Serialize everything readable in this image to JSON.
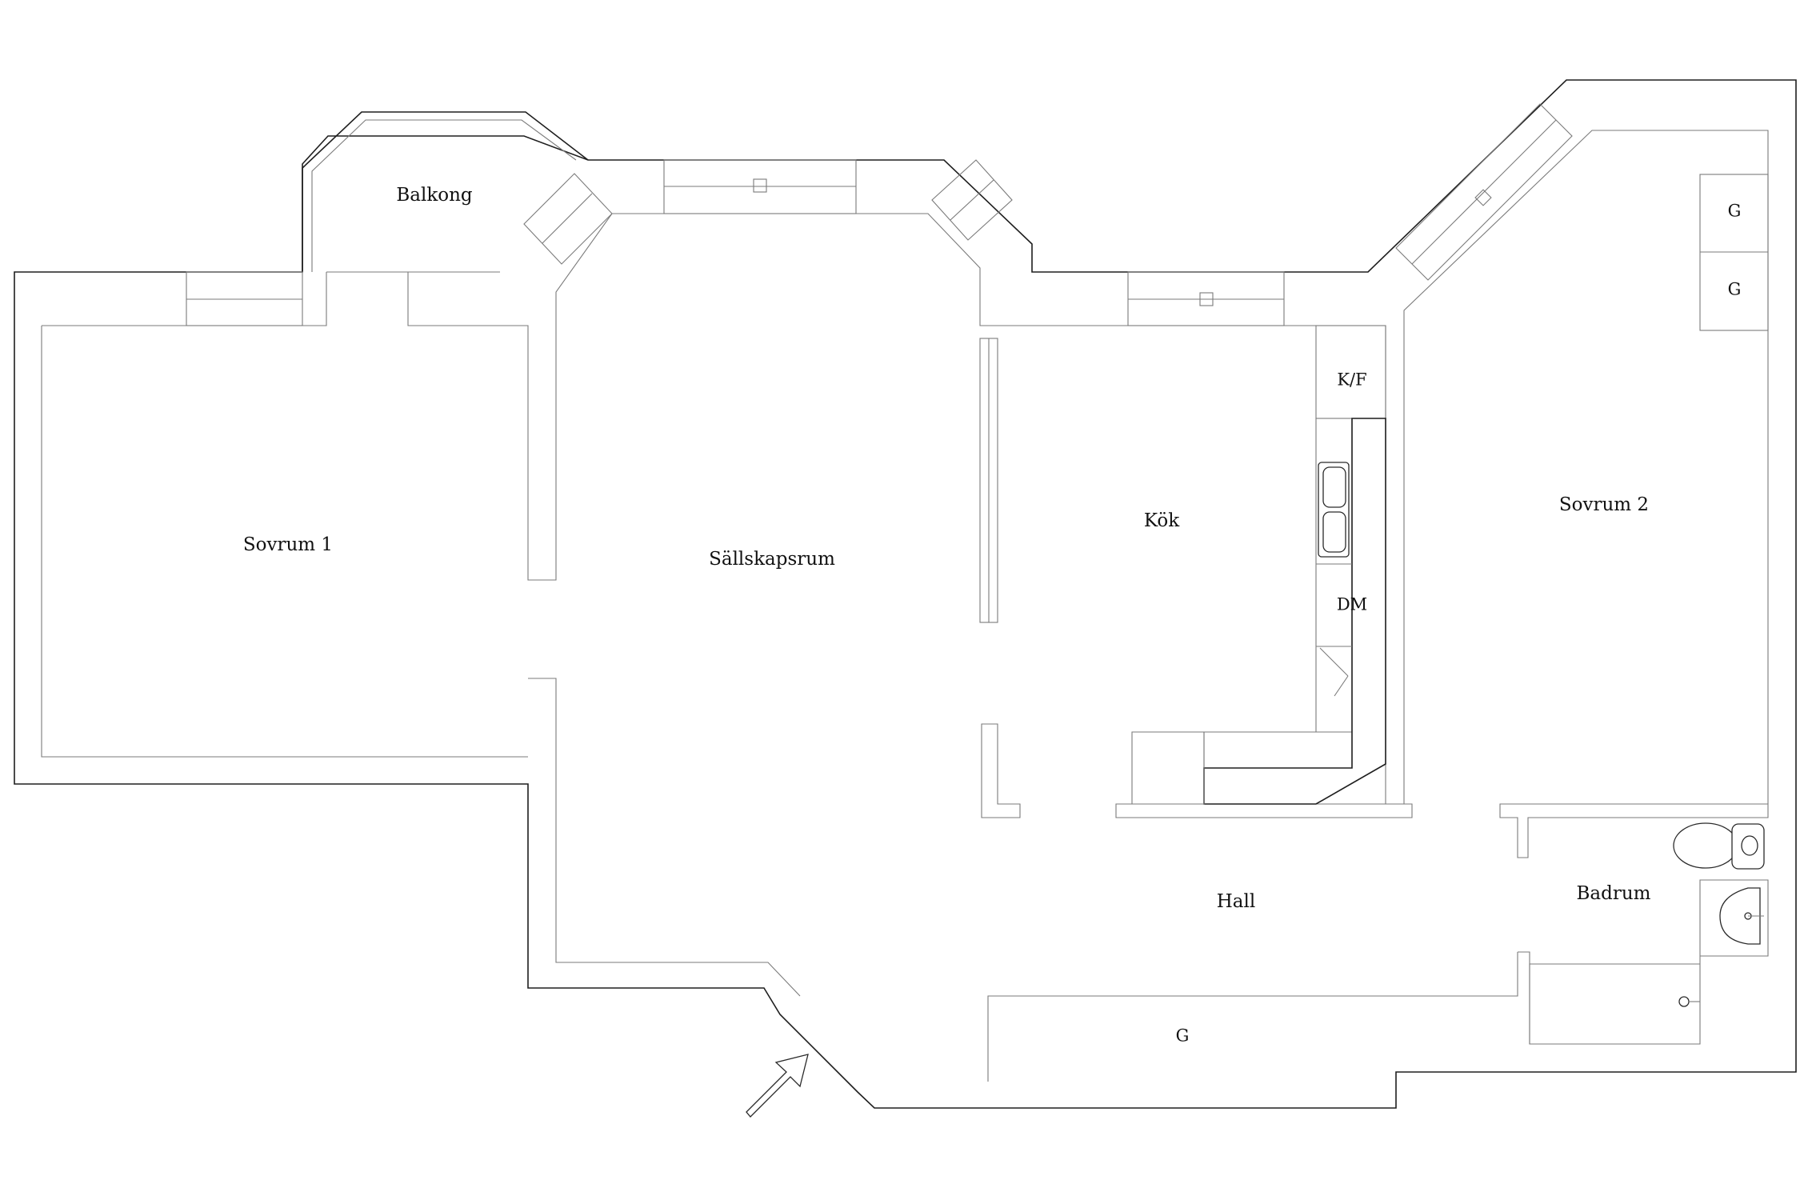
{
  "rooms": {
    "balcony": "Balkong",
    "bedroom1": "Sovrum 1",
    "living": "Sällskapsrum",
    "kitchen": "Kök",
    "bedroom2": "Sovrum 2",
    "hall": "Hall",
    "bathroom": "Badrum"
  },
  "appliances": {
    "fridge_freezer": "K/F",
    "dishwasher": "DM",
    "wardrobe_top": "G",
    "wardrobe_mid": "G",
    "wardrobe_hall": "G"
  },
  "icons": {
    "entrance": "entrance-arrow-icon",
    "sink": "kitchen-sink-icon",
    "toilet": "toilet-icon",
    "basin": "washbasin-icon",
    "shower": "shower-icon",
    "stove": "stove-icon"
  }
}
